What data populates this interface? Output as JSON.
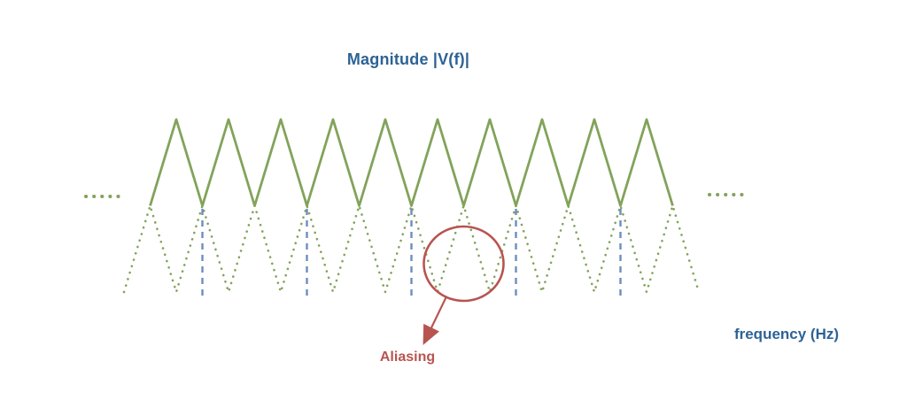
{
  "diagram": {
    "title": "Magnitude |V(f)|",
    "x_axis_label": "frequency (Hz)",
    "annotation": "Aliasing"
  },
  "colors": {
    "spectrum_green": "#82A35A",
    "boundary_blue": "#6C8EBF",
    "label_blue": "#2D6295",
    "alias_red": "#B85450",
    "background": "#FFFFFF"
  }
}
